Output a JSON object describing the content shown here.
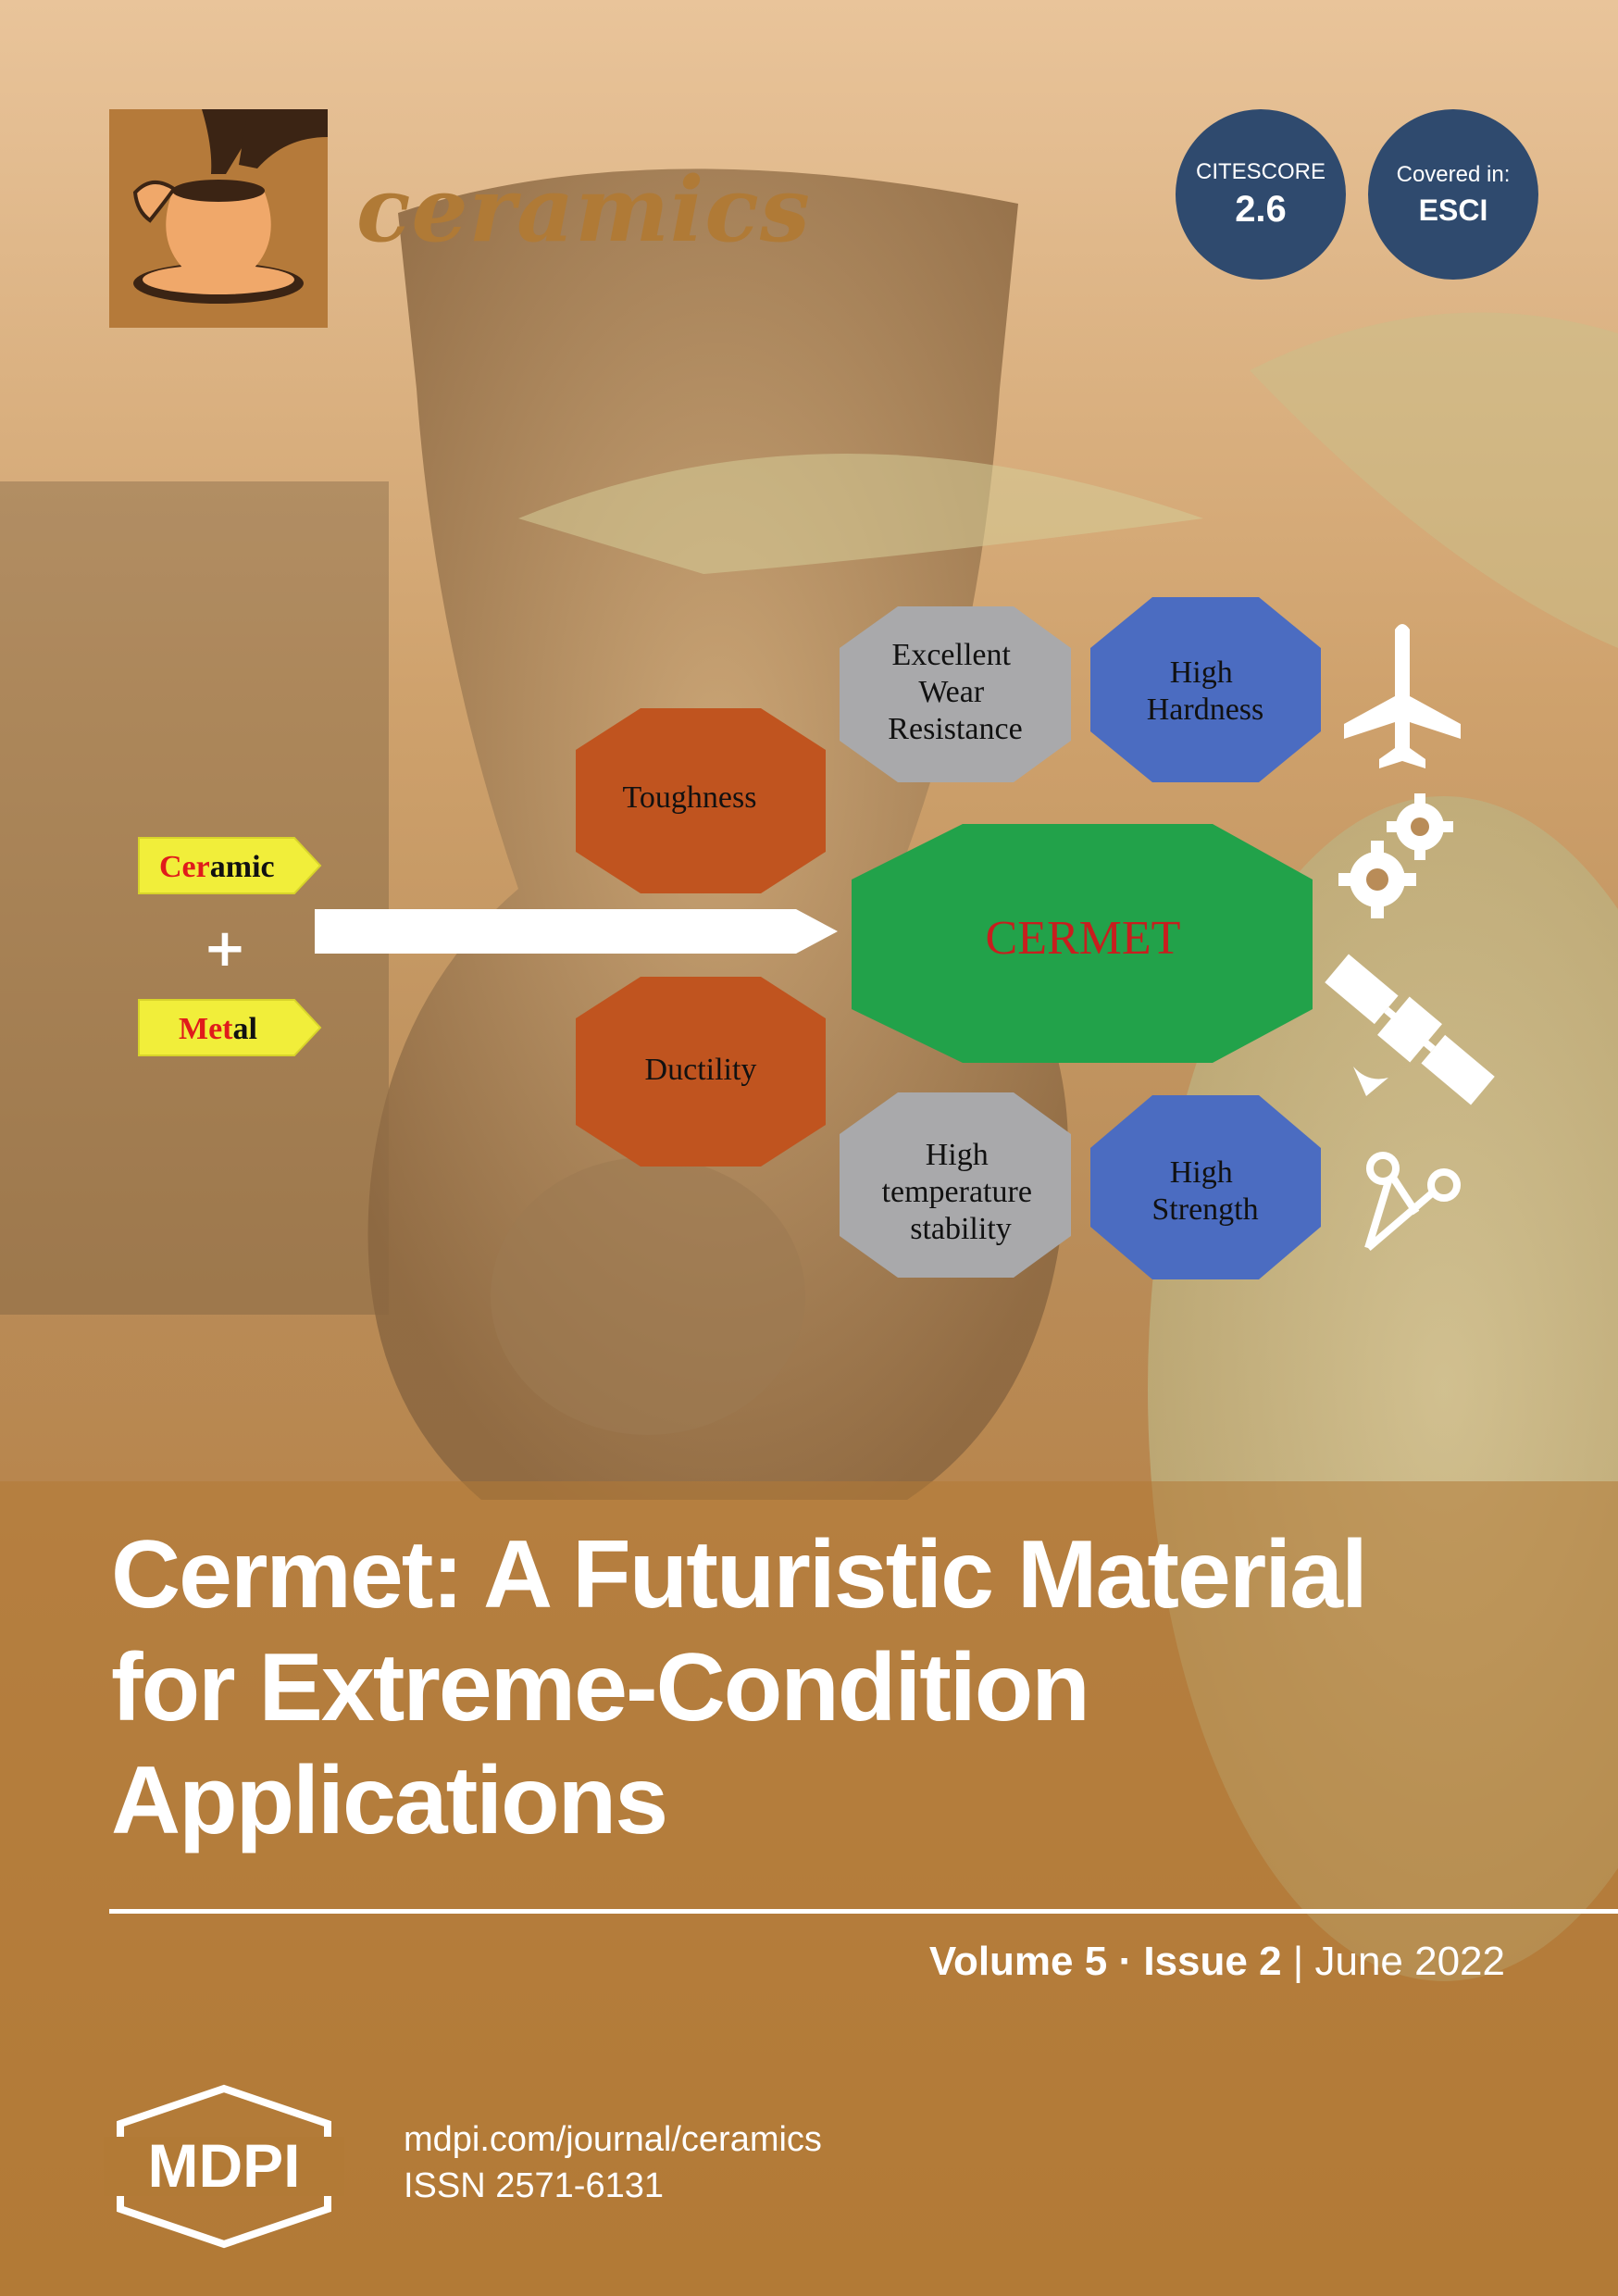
{
  "journal": {
    "name": "ceramics"
  },
  "badges": {
    "citescore_label": "CITESCORE",
    "citescore_value": "2.6",
    "covered_label": "Covered in:",
    "covered_value": "ESCI"
  },
  "diagram": {
    "input_1_red": "Cer",
    "input_1_rest": "amic",
    "plus": "+",
    "input_2_red": "Met",
    "input_2_rest": "al",
    "center": "CERMET",
    "toughness": "Toughness",
    "ductility": "Ductility",
    "wear": [
      "Excellent",
      "Wear",
      "Resistance"
    ],
    "hardness": [
      "High",
      "Hardness"
    ],
    "temperature": [
      "High",
      "temperature",
      "stability"
    ],
    "strength": [
      "High",
      "Strength"
    ]
  },
  "colors": {
    "center_hex": "#22a24a",
    "orange_hex": "#c0541f",
    "grey_hex": "#a9a9ab",
    "blue_hex": "#4b6cc1",
    "tag_yellow": "#f1ee3a",
    "badge_blue": "#2f4a6e",
    "footer_brown": "#b27a36"
  },
  "icons": [
    "airplane-icon",
    "gears-icon",
    "satellite-icon",
    "scissors-icon"
  ],
  "title": {
    "line1": "Cermet: A Futuristic Material",
    "line2": "for Extreme-Condition",
    "line3": "Applications"
  },
  "issue": {
    "volume": "Volume 5",
    "sep": "·",
    "issue": "Issue 2",
    "bar": "|",
    "date": "June 2022"
  },
  "publisher": {
    "name": "MDPI",
    "url": "mdpi.com/journal/ceramics",
    "issn": "ISSN 2571-6131"
  }
}
